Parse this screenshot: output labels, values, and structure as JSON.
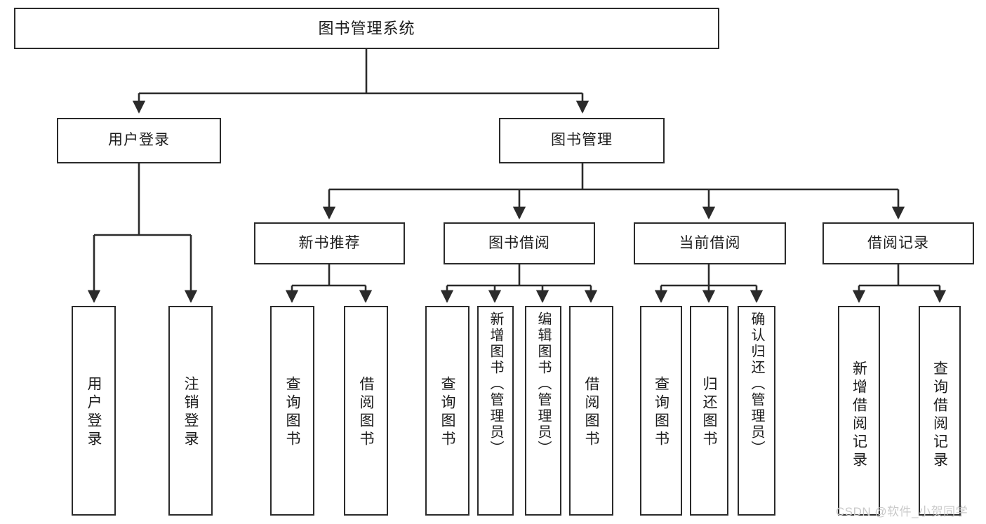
{
  "diagram": {
    "kind": "tree-hierarchy-chart",
    "title": "图书管理系统",
    "colors": {
      "box_border": "#2b2b2b",
      "box_fill": "#ffffff",
      "connector": "#2b2b2b",
      "text": "#1c1c1c",
      "background": "#ffffff",
      "watermark": "#c9c9c9"
    },
    "root": {
      "label": "图书管理系统"
    },
    "level2": [
      {
        "id": "user-login",
        "label": "用户登录"
      },
      {
        "id": "book-manage",
        "label": "图书管理"
      }
    ],
    "level3": [
      {
        "id": "new-book-rec",
        "label": "新书推荐"
      },
      {
        "id": "book-borrow",
        "label": "图书借阅"
      },
      {
        "id": "current-borrow",
        "label": "当前借阅"
      },
      {
        "id": "borrow-record",
        "label": "借阅记录"
      }
    ],
    "leaves": {
      "user_login": [
        {
          "id": "leaf-user-login",
          "label": "用户登录"
        },
        {
          "id": "leaf-logout-login",
          "label": "注销登录"
        }
      ],
      "new_book_rec": [
        {
          "id": "leaf-query-book-1",
          "label": "查询图书"
        },
        {
          "id": "leaf-borrow-book-1",
          "label": "借阅图书"
        }
      ],
      "book_borrow": [
        {
          "id": "leaf-query-book-2",
          "label": "查询图书"
        },
        {
          "id": "leaf-add-book",
          "label": "新增图书（管理员）"
        },
        {
          "id": "leaf-edit-book",
          "label": "编辑图书（管理员）"
        },
        {
          "id": "leaf-borrow-book-2",
          "label": "借阅图书"
        }
      ],
      "current_borrow": [
        {
          "id": "leaf-query-book-3",
          "label": "查询图书"
        },
        {
          "id": "leaf-return-book",
          "label": "归还图书"
        },
        {
          "id": "leaf-confirm-return",
          "label": "确认归还（管理员）"
        }
      ],
      "borrow_record": [
        {
          "id": "leaf-add-record",
          "label": "新增借阅记录"
        },
        {
          "id": "leaf-query-record",
          "label": "查询借阅记录"
        }
      ]
    }
  },
  "watermark": {
    "text": "CSDN @软件_小贺同学"
  }
}
